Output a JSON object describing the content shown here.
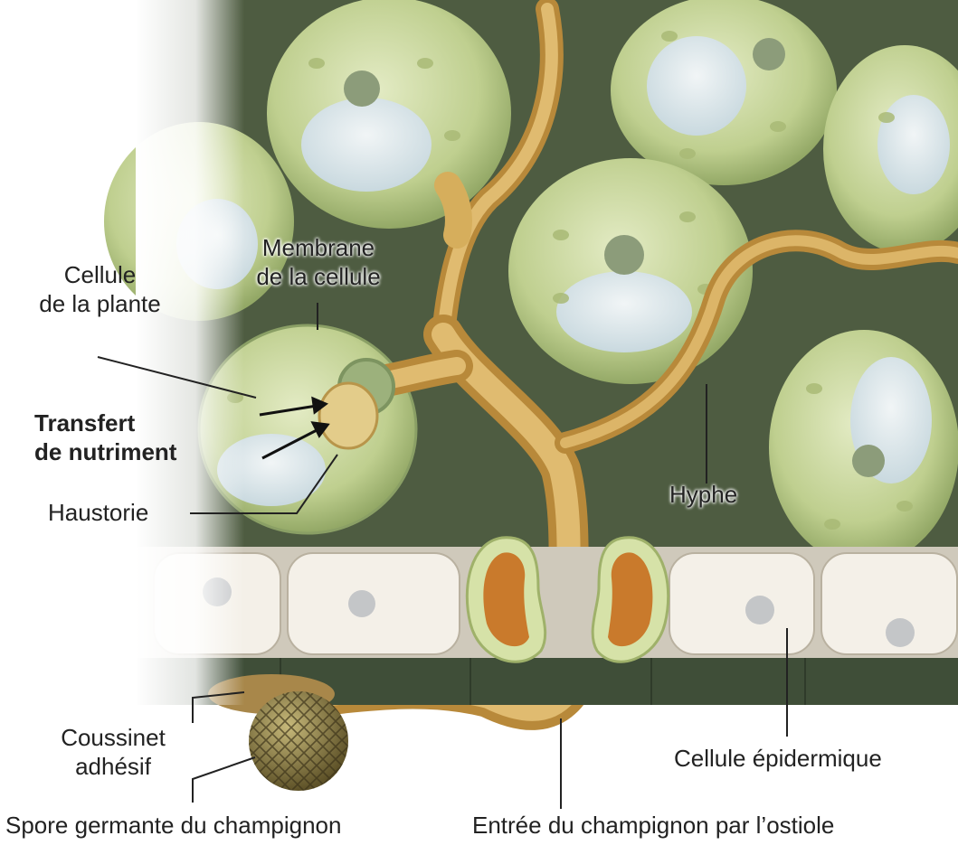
{
  "labels": {
    "plant_cell": [
      "Cellule",
      "de la plante"
    ],
    "cell_membrane": [
      "Membrane",
      "de la cellule"
    ],
    "nutrient_transfer": [
      "Transfert",
      "de nutriment"
    ],
    "haustorium": "Haustorie",
    "hypha": "Hyphe",
    "adhesive_pad": [
      "Coussinet",
      "adhésif"
    ],
    "epidermal_cell": "Cellule épidermique",
    "germinating_spore": "Spore germante du champignon",
    "stomatal_entry": "Entrée du champignon par l’ostiole"
  },
  "colors": {
    "background_tissue": "#4e5c41",
    "plant_cell_fill": "#c6d39a",
    "vacuole": "#dfe9ef",
    "hypha": "#d6ae5c",
    "epidermis": "#f4f0e8",
    "guard_cell": "#c97a2c",
    "spore": "#8a7a3e"
  }
}
